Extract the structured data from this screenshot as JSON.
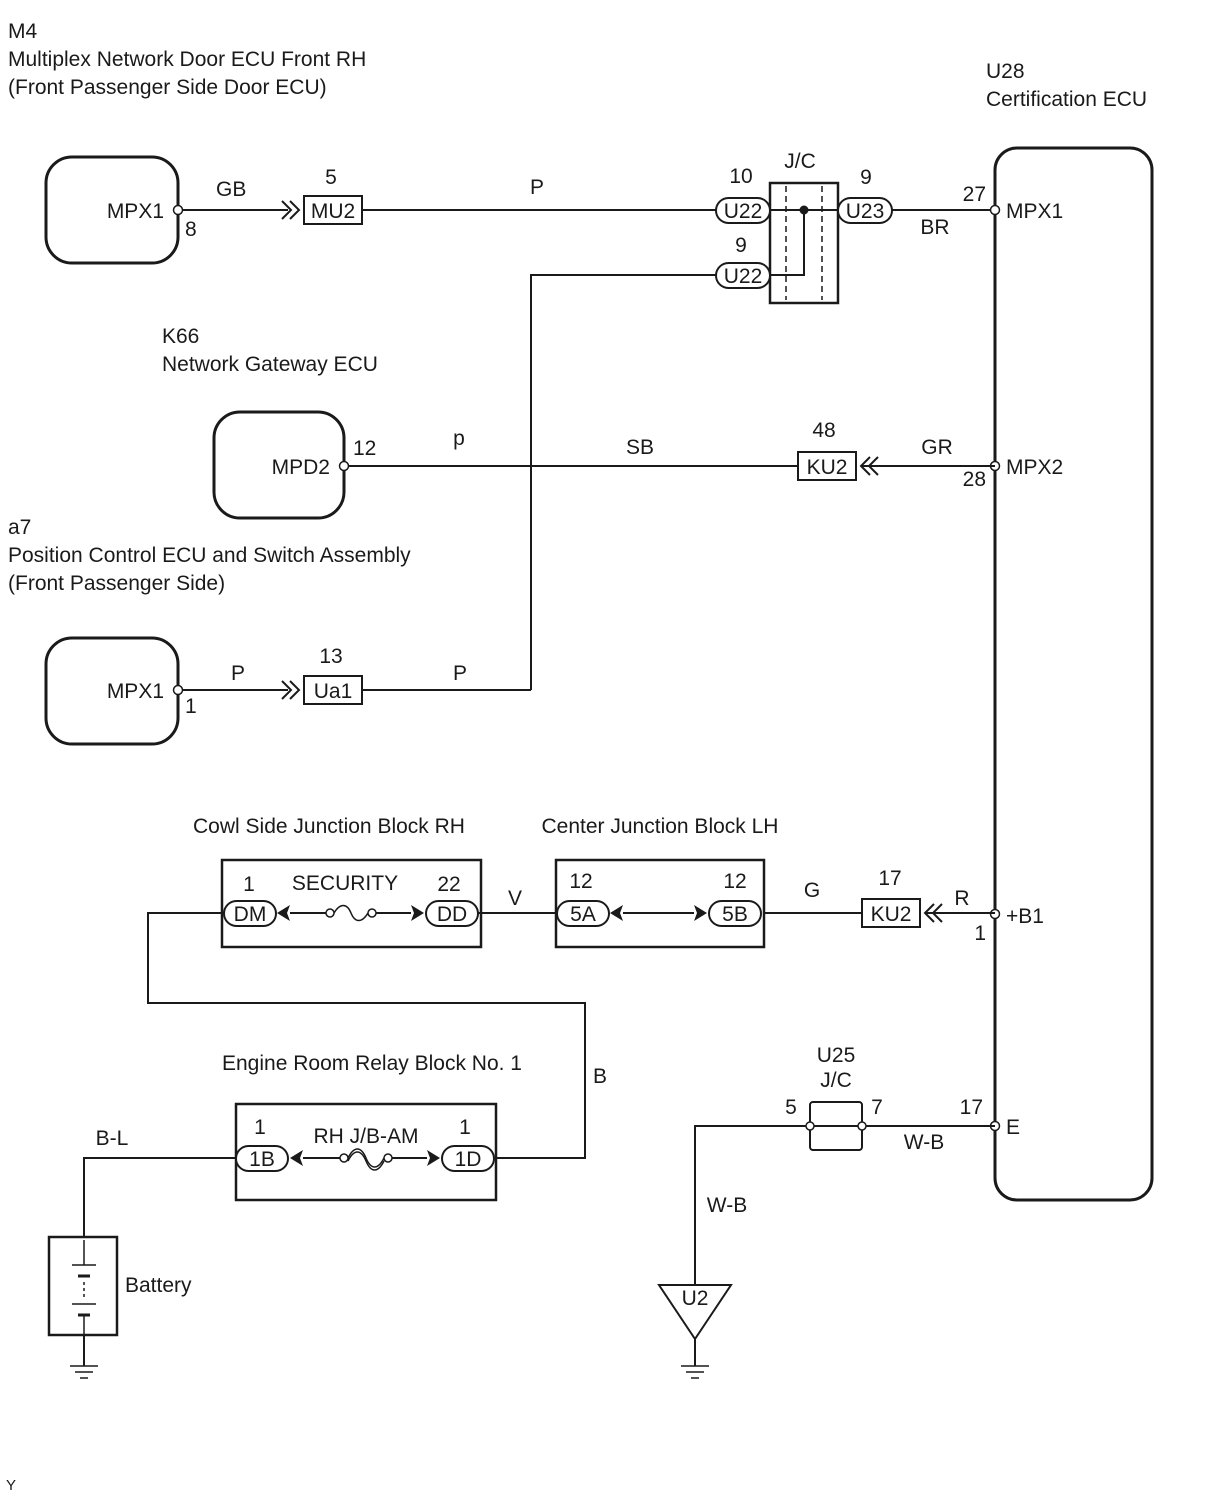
{
  "components": {
    "m4": {
      "code": "M4",
      "name": "Multiplex Network Door ECU Front RH",
      "note": "(Front Passenger Side Door ECU)",
      "terminal": "MPX1",
      "pin": "8"
    },
    "u28": {
      "code": "U28",
      "name": "Certification ECU",
      "terminals": {
        "mpx1": "MPX1",
        "mpx2": "MPX2",
        "b1": "+B1",
        "e": "E"
      },
      "pins": {
        "mpx1": "27",
        "mpx2": "28",
        "b1": "1",
        "e": "17"
      }
    },
    "k66": {
      "code": "K66",
      "name": "Network Gateway ECU",
      "terminal": "MPD2",
      "pin": "12"
    },
    "a7": {
      "code": "a7",
      "name": "Position Control ECU and Switch Assembly",
      "note": "(Front Passenger Side)",
      "terminal": "MPX1",
      "pin": "1"
    }
  },
  "junction_jc": {
    "label": "J/C",
    "conn_top_left": {
      "name": "U22",
      "pin": "10"
    },
    "conn_bottom_left": {
      "name": "U22",
      "pin": "9"
    },
    "conn_right": {
      "name": "U23",
      "pin": "9"
    }
  },
  "connectors": {
    "mu2": {
      "name": "MU2",
      "pin": "5"
    },
    "ua1": {
      "name": "Ua1",
      "pin": "13"
    },
    "ku2_mpx2": {
      "name": "KU2",
      "pin": "48"
    },
    "ku2_b1": {
      "name": "KU2",
      "pin": "17"
    }
  },
  "wires": {
    "m4_to_mu2": "GB",
    "mu2_to_jc": "P",
    "jc_to_u28": "BR",
    "k66_near": "p",
    "k66_mid": "SB",
    "ku2_to_mpx2": "GR",
    "a7_to_ua1": "P",
    "ua1_to_riser": "P",
    "cowl_to_center": "V",
    "center_to_ku2": "G",
    "ku2_to_b1": "R",
    "relay_to_cowl": "B",
    "battery_to_relay": "B-L",
    "u25_to_e": "W-B",
    "u25_to_ground": "W-B"
  },
  "cowl_block": {
    "title": "Cowl Side Junction Block RH",
    "fuse": "SECURITY",
    "left_conn": {
      "name": "DM",
      "pin": "1"
    },
    "right_conn": {
      "name": "DD",
      "pin": "22"
    }
  },
  "center_block": {
    "title": "Center Junction Block LH",
    "left_conn": {
      "name": "5A",
      "pin": "12"
    },
    "right_conn": {
      "name": "5B",
      "pin": "12"
    }
  },
  "relay_block": {
    "title": "Engine Room Relay Block No. 1",
    "fuse": "RH J/B-AM",
    "left_conn": {
      "name": "1B",
      "pin": "1"
    },
    "right_conn": {
      "name": "1D",
      "pin": "1"
    }
  },
  "u25": {
    "code": "U25",
    "label": "J/C",
    "pin_left": "5",
    "pin_right": "7"
  },
  "battery": {
    "label": "Battery"
  },
  "ground": {
    "label": "U2"
  },
  "corner_mark": "Y"
}
